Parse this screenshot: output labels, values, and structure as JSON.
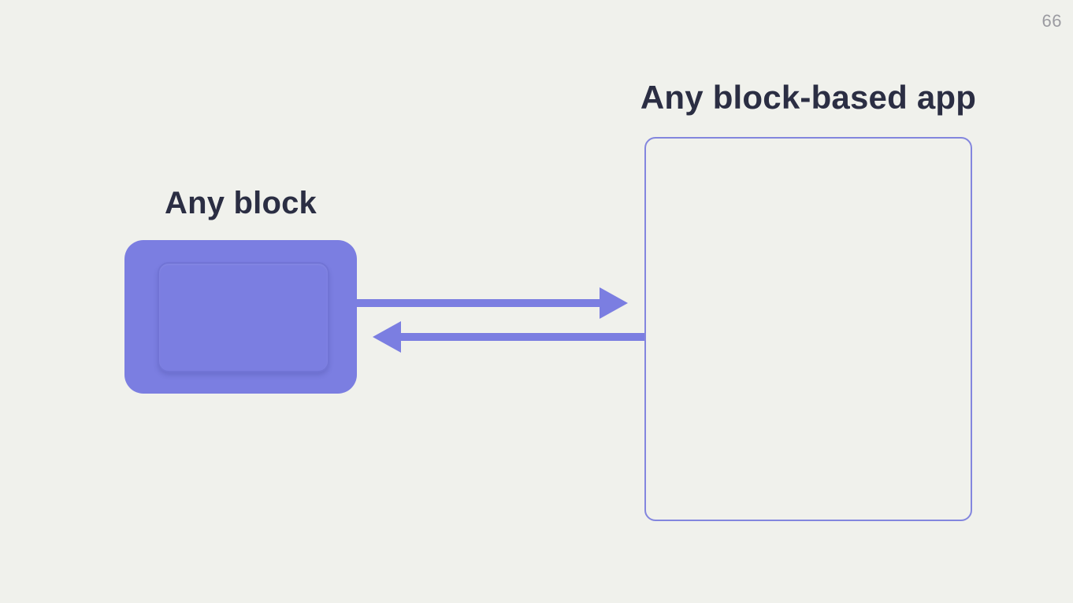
{
  "page": {
    "number": "66"
  },
  "diagram": {
    "block_label": "Any block",
    "app_label": "Any block-based app",
    "arrows": [
      {
        "name": "block-to-app",
        "direction": "right"
      },
      {
        "name": "app-to-block",
        "direction": "left"
      }
    ]
  },
  "colors": {
    "bg": "#f0f1ec",
    "purple": "#7b7ee1",
    "app_border": "#8386de",
    "text": "#2b2e43",
    "page_number": "#9b9ba1"
  }
}
